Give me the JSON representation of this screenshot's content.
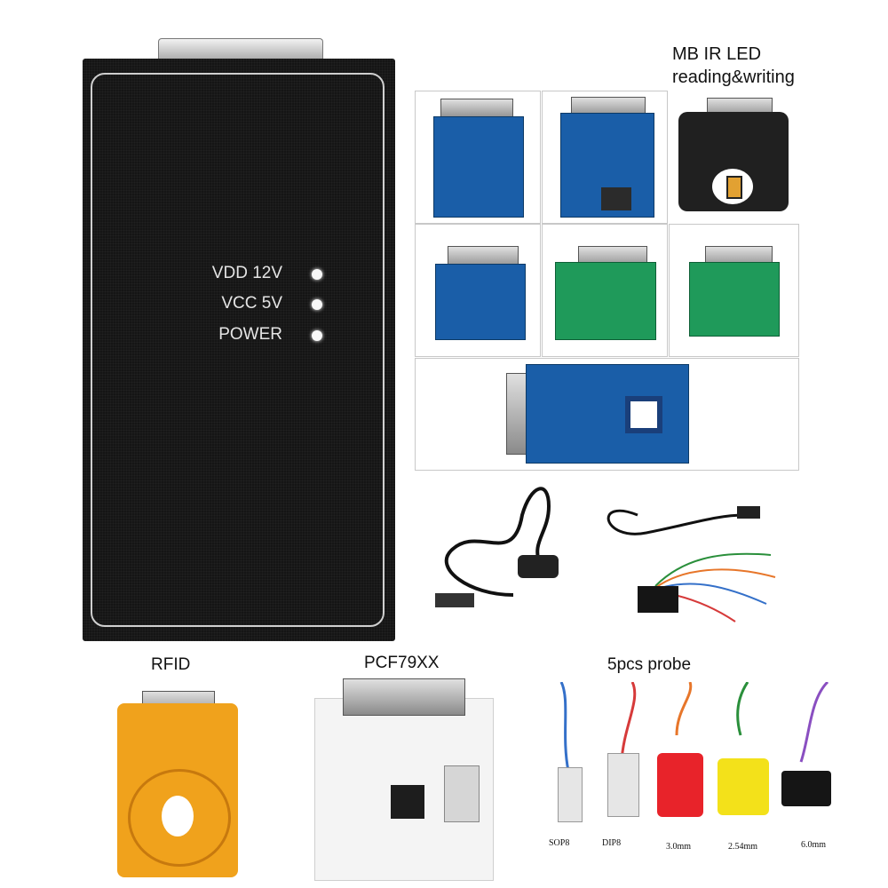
{
  "device": {
    "leds": [
      {
        "label": "VDD 12V"
      },
      {
        "label": "VCC 5V"
      },
      {
        "label": "POWER"
      }
    ]
  },
  "captions": {
    "mb_ir_led_line1": "MB IR LED",
    "mb_ir_led_line2": "reading&writing",
    "rfid": "RFID",
    "pcf79xx": "PCF79XX",
    "probes": "5pcs probe"
  },
  "probes": [
    {
      "label": "SOP8"
    },
    {
      "label": "DIP8"
    },
    {
      "label": "3.0mm"
    },
    {
      "label": "2.54mm"
    },
    {
      "label": "6.0mm"
    }
  ],
  "colors": {
    "device_body": "#151515",
    "pcb_blue": "#1a5ea8",
    "pcb_green": "#1f9a5a",
    "pcb_orange": "#f0a21c",
    "pcb_white": "#f4f4f4",
    "probe_red": "#e8232a",
    "probe_yellow": "#f3e11a"
  }
}
